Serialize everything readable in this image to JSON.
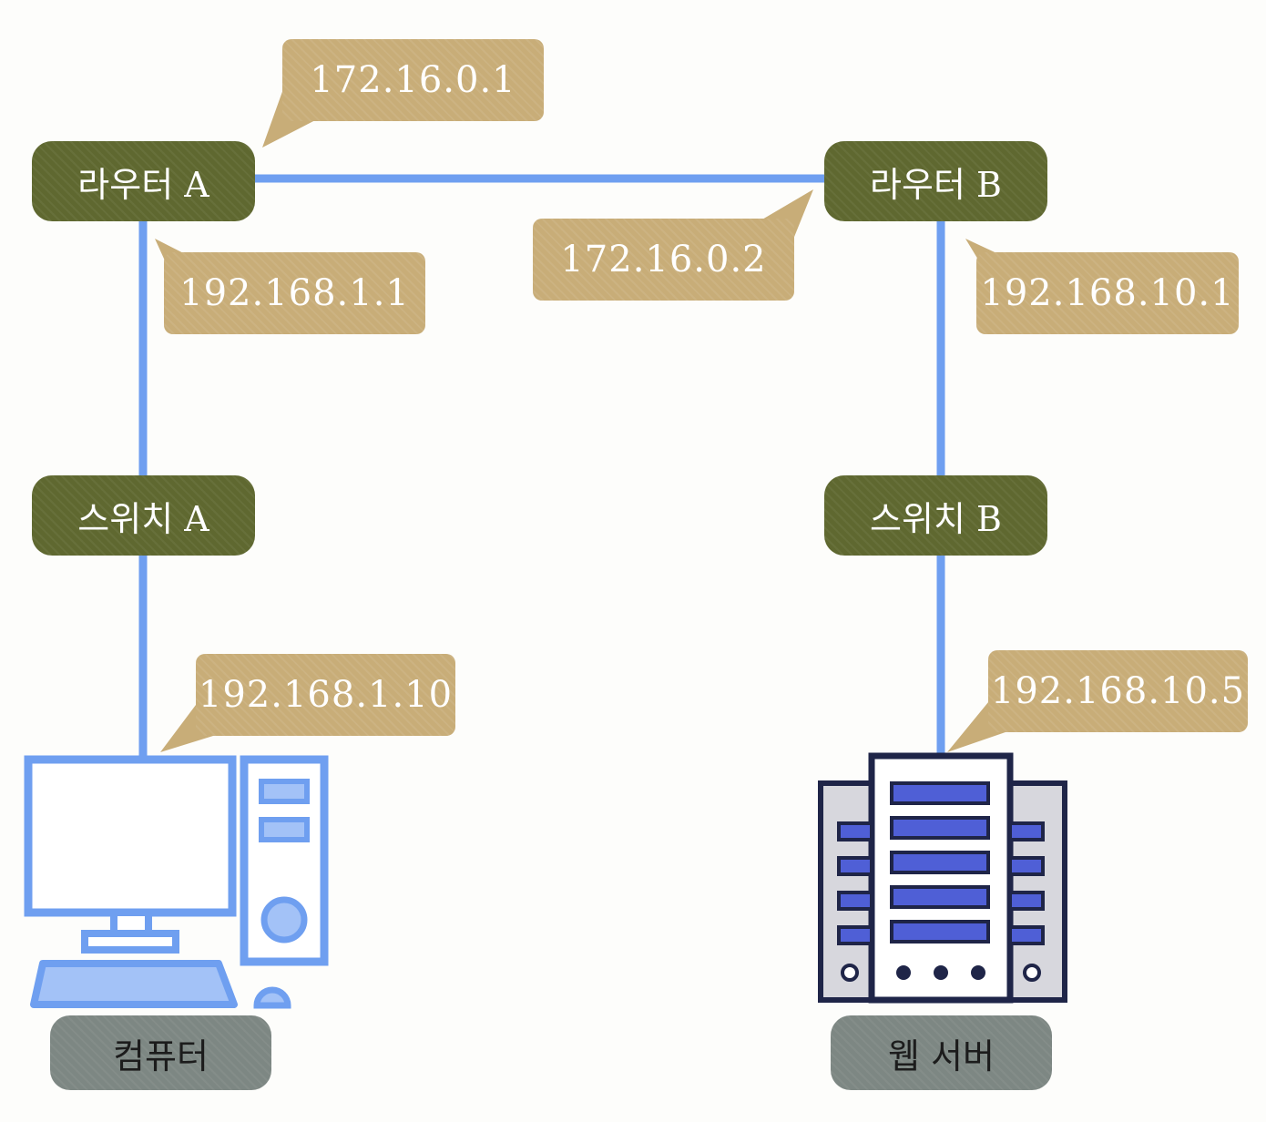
{
  "nodes": {
    "router_a": "라우터 A",
    "router_b": "라우터 B",
    "switch_a": "스위치 A",
    "switch_b": "스위치 B",
    "computer": "컴퓨터",
    "web_server": "웹 서버"
  },
  "addresses": {
    "router_a_wan": "172.16.0.1",
    "router_b_wan": "172.16.0.2",
    "router_a_lan": "192.168.1.1",
    "router_b_lan": "192.168.10.1",
    "computer_ip": "192.168.1.10",
    "server_ip": "192.168.10.5"
  },
  "icons": {
    "computer": "desktop-computer-icon",
    "server": "server-rack-icon"
  },
  "colors": {
    "link": "#6f9ff0",
    "device_box": "#5f6830",
    "endpoint_box": "#7d8783",
    "callout": "#c8ad78",
    "computer_stroke": "#6f9ff0",
    "server_outline": "#1f2548",
    "server_slot": "#4f5fd6"
  }
}
